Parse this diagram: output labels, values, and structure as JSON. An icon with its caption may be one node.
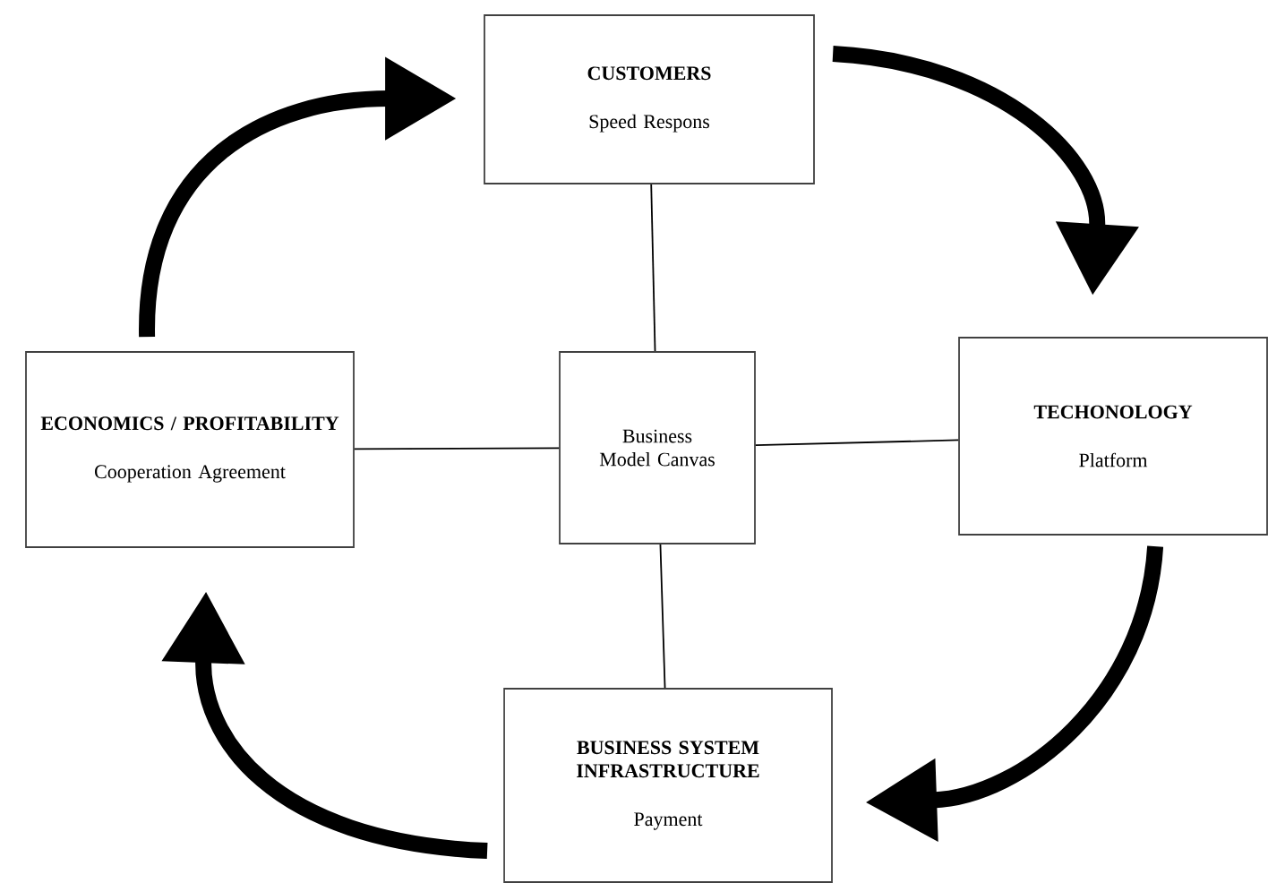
{
  "diagram": {
    "nodes": [
      {
        "text": [
          "CUSTOMERS",
          "Speed Respons"
        ]
      },
      {
        "text": [
          "ECONOMICS / PROFITABILITY",
          "Cooperation Agreement"
        ]
      },
      {
        "text": [
          "Business Model Canvas"
        ]
      },
      {
        "text": [
          "TECHONOLOGY",
          "Platform"
        ]
      },
      {
        "text": [
          "BUSINESS SYSTEM INFRASTRUCTURE",
          "Payment"
        ]
      }
    ],
    "edges": [
      {
        "from": 0,
        "to": 2,
        "arrow": "none"
      },
      {
        "from": 1,
        "to": 2,
        "arrow": "none"
      },
      {
        "from": 2,
        "to": 3,
        "arrow": "none"
      },
      {
        "from": 2,
        "to": 4,
        "arrow": "none"
      },
      {
        "from": 1,
        "to": 0,
        "arrow": "to",
        "style": "thick"
      },
      {
        "from": 0,
        "to": 3,
        "arrow": "to",
        "style": "thick"
      },
      {
        "from": 3,
        "to": 4,
        "arrow": "to",
        "style": "thick"
      },
      {
        "from": 4,
        "to": 1,
        "arrow": "to",
        "style": "thick"
      }
    ]
  }
}
